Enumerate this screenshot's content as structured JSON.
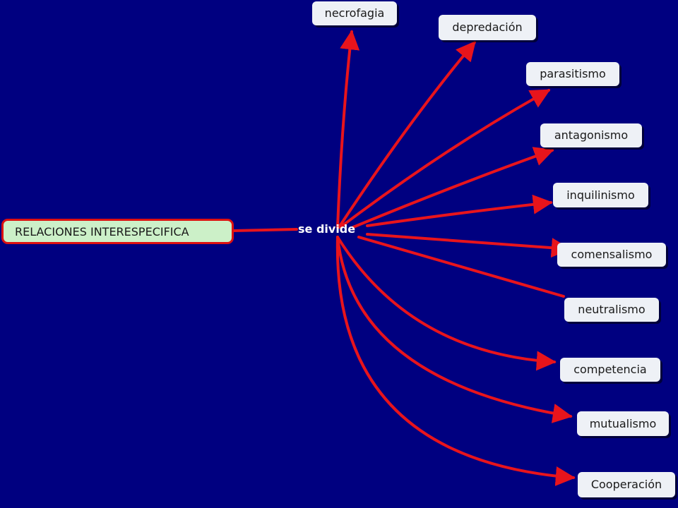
{
  "root": {
    "label": "RELACIONES INTERESPECIFICA"
  },
  "link_phrase": "se divide",
  "line_color": "#e8141c",
  "concepts": [
    {
      "id": "necrofagia",
      "label": "necrofagia"
    },
    {
      "id": "depredacion",
      "label": "depredación"
    },
    {
      "id": "parasitismo",
      "label": "parasitismo"
    },
    {
      "id": "antagonismo",
      "label": "antagonismo"
    },
    {
      "id": "inquilinismo",
      "label": "inquilinismo"
    },
    {
      "id": "comensalismo",
      "label": "comensalismo"
    },
    {
      "id": "neutralismo",
      "label": "neutralismo"
    },
    {
      "id": "competencia",
      "label": "competencia"
    },
    {
      "id": "mutualismo",
      "label": "mutualismo"
    },
    {
      "id": "cooperacion",
      "label": "Cooperación"
    }
  ]
}
